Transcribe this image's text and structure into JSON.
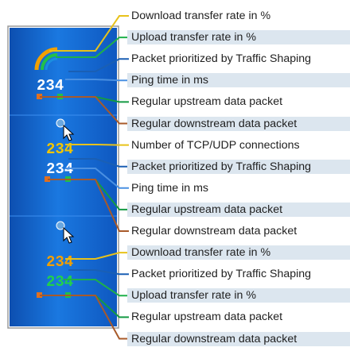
{
  "labels": [
    {
      "text": "Download transfer rate in %",
      "color": "#e8c21a"
    },
    {
      "text": "Upload transfer rate in %",
      "color": "#1fb04a"
    },
    {
      "text": "Packet prioritized by Traffic Shaping",
      "color": "#1a5fb4"
    },
    {
      "text": "Ping time in ms",
      "color": "#4a90e2"
    },
    {
      "text": "Regular upstream data packet",
      "color": "#149a43"
    },
    {
      "text": "Regular downstream data packet",
      "color": "#a85a2a"
    },
    {
      "text": "Number of TCP/UDP connections",
      "color": "#e8c21a"
    },
    {
      "text": "Packet prioritized by Traffic Shaping",
      "color": "#1a5fb4"
    },
    {
      "text": "Ping time in ms",
      "color": "#4a90e2"
    },
    {
      "text": "Regular upstream data packet",
      "color": "#149a43"
    },
    {
      "text": "Regular downstream data packet",
      "color": "#a85a2a"
    },
    {
      "text": "Download transfer rate in %",
      "color": "#e8c21a"
    },
    {
      "text": "Packet prioritized by Traffic Shaping",
      "color": "#1a5fb4"
    },
    {
      "text": "Upload transfer rate in %",
      "color": "#1fb04a"
    },
    {
      "text": "Regular upstream data packet",
      "color": "#149a43"
    },
    {
      "text": "Regular downstream data packet",
      "color": "#a85a2a"
    }
  ],
  "icons": [
    {
      "name": "netmeter-icon-top",
      "digits": "234",
      "digit_color": "#ffffff"
    },
    {
      "name": "netmeter-icon-middle",
      "digits": [
        "234",
        "234"
      ],
      "digit_colors": [
        "#f2c500",
        "#ffffff"
      ]
    },
    {
      "name": "netmeter-icon-bottom",
      "digits": [
        "234",
        "234"
      ],
      "digit_colors": [
        "#f2a000",
        "#22d04a"
      ]
    }
  ],
  "colors": {
    "taskbar_blue": "#1a6fd8",
    "taskbar_dark": "#0f4fb0",
    "frame_gray": "#9a9a9a"
  }
}
